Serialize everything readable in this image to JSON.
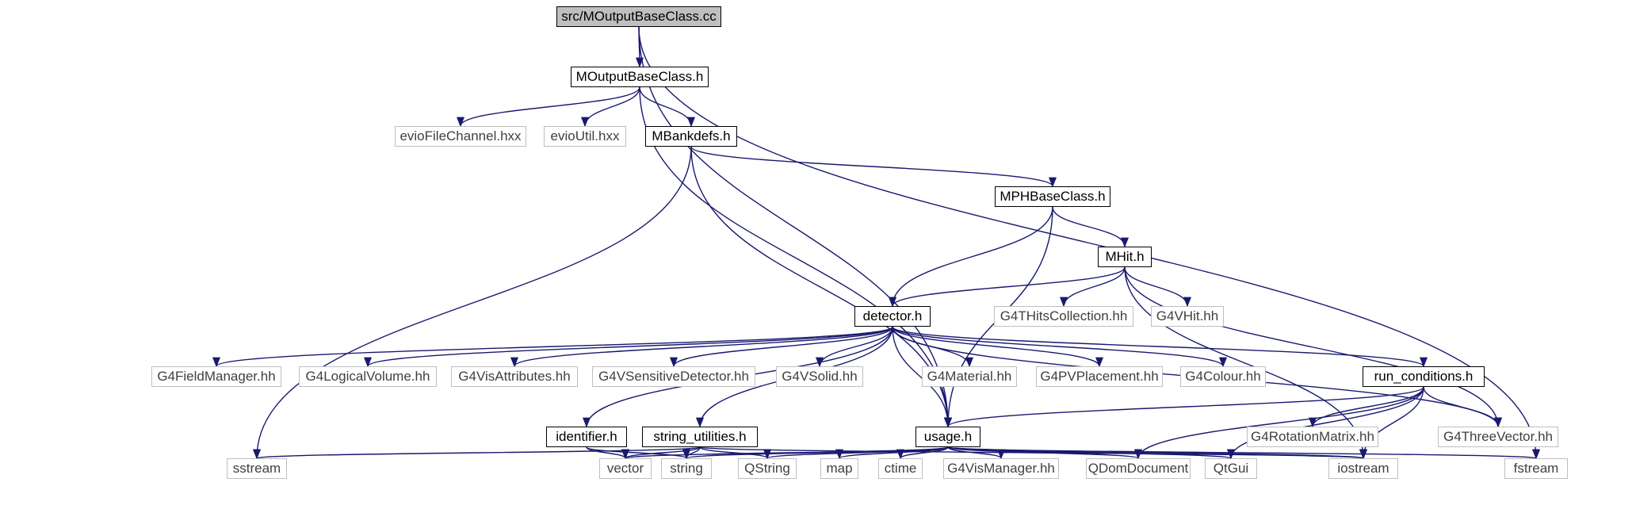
{
  "diagram": {
    "type": "include-dependency-graph",
    "edge_color": "#191970",
    "root_fill": "#bfbfbf",
    "external_border": "#bfbfbf",
    "nodes": {
      "root": {
        "label": "src/MOutputBaseClass.cc",
        "kind": "root"
      },
      "moutput": {
        "label": "MOutputBaseClass.h",
        "kind": "internal"
      },
      "eviofilechannel": {
        "label": "evioFileChannel.hxx",
        "kind": "external"
      },
      "evioutil": {
        "label": "evioUtil.hxx",
        "kind": "external"
      },
      "mbankdefs": {
        "label": "MBankdefs.h",
        "kind": "internal"
      },
      "mphbase": {
        "label": "MPHBaseClass.h",
        "kind": "internal"
      },
      "mhit": {
        "label": "MHit.h",
        "kind": "internal"
      },
      "g4thits": {
        "label": "G4THitsCollection.hh",
        "kind": "external"
      },
      "g4vhit": {
        "label": "G4VHit.hh",
        "kind": "external"
      },
      "detector": {
        "label": "detector.h",
        "kind": "internal"
      },
      "g4field": {
        "label": "G4FieldManager.hh",
        "kind": "external"
      },
      "g4logical": {
        "label": "G4LogicalVolume.hh",
        "kind": "external"
      },
      "g4visattr": {
        "label": "G4VisAttributes.hh",
        "kind": "external"
      },
      "g4vsens": {
        "label": "G4VSensitiveDetector.hh",
        "kind": "external"
      },
      "g4vsolid": {
        "label": "G4VSolid.hh",
        "kind": "external"
      },
      "g4material": {
        "label": "G4Material.hh",
        "kind": "external"
      },
      "g4pvplacement": {
        "label": "G4PVPlacement.hh",
        "kind": "external"
      },
      "g4colour": {
        "label": "G4Colour.hh",
        "kind": "external"
      },
      "runcond": {
        "label": "run_conditions.h",
        "kind": "internal"
      },
      "identifier": {
        "label": "identifier.h",
        "kind": "internal"
      },
      "stringutil": {
        "label": "string_utilities.h",
        "kind": "internal"
      },
      "usage": {
        "label": "usage.h",
        "kind": "internal"
      },
      "g4rotation": {
        "label": "G4RotationMatrix.hh",
        "kind": "external"
      },
      "g4threevector": {
        "label": "G4ThreeVector.hh",
        "kind": "external"
      },
      "sstream": {
        "label": "sstream",
        "kind": "external"
      },
      "vector": {
        "label": "vector",
        "kind": "external"
      },
      "string": {
        "label": "string",
        "kind": "external"
      },
      "qstring": {
        "label": "QString",
        "kind": "external"
      },
      "map": {
        "label": "map",
        "kind": "external"
      },
      "ctime": {
        "label": "ctime",
        "kind": "external"
      },
      "g4vismanager": {
        "label": "G4VisManager.hh",
        "kind": "external"
      },
      "qdomdocument": {
        "label": "QDomDocument",
        "kind": "external"
      },
      "qtgui": {
        "label": "QtGui",
        "kind": "external"
      },
      "iostream": {
        "label": "iostream",
        "kind": "external"
      },
      "fstream": {
        "label": "fstream",
        "kind": "external"
      }
    },
    "edges": [
      [
        "root",
        "moutput"
      ],
      [
        "root",
        "usage"
      ],
      [
        "root",
        "fstream"
      ],
      [
        "moutput",
        "eviofilechannel"
      ],
      [
        "moutput",
        "evioutil"
      ],
      [
        "moutput",
        "mbankdefs"
      ],
      [
        "moutput",
        "usage"
      ],
      [
        "mbankdefs",
        "mphbase"
      ],
      [
        "mbankdefs",
        "sstream"
      ],
      [
        "mbankdefs",
        "usage"
      ],
      [
        "mphbase",
        "mhit"
      ],
      [
        "mphbase",
        "detector"
      ],
      [
        "mphbase",
        "usage"
      ],
      [
        "mhit",
        "detector"
      ],
      [
        "mhit",
        "g4thits"
      ],
      [
        "mhit",
        "g4vhit"
      ],
      [
        "mhit",
        "g4threevector"
      ],
      [
        "mhit",
        "iostream"
      ],
      [
        "detector",
        "g4field"
      ],
      [
        "detector",
        "g4logical"
      ],
      [
        "detector",
        "g4visattr"
      ],
      [
        "detector",
        "g4vsens"
      ],
      [
        "detector",
        "g4vsolid"
      ],
      [
        "detector",
        "g4material"
      ],
      [
        "detector",
        "g4pvplacement"
      ],
      [
        "detector",
        "g4colour"
      ],
      [
        "detector",
        "runcond"
      ],
      [
        "detector",
        "g4threevector"
      ],
      [
        "detector",
        "usage"
      ],
      [
        "detector",
        "identifier"
      ],
      [
        "detector",
        "stringutil"
      ],
      [
        "runcond",
        "usage"
      ],
      [
        "runcond",
        "g4rotation"
      ],
      [
        "runcond",
        "g4threevector"
      ],
      [
        "runcond",
        "qdomdocument"
      ],
      [
        "runcond",
        "qtgui"
      ],
      [
        "runcond",
        "iostream"
      ],
      [
        "identifier",
        "vector"
      ],
      [
        "identifier",
        "string"
      ],
      [
        "stringutil",
        "sstream"
      ],
      [
        "stringutil",
        "vector"
      ],
      [
        "stringutil",
        "string"
      ],
      [
        "stringutil",
        "qstring"
      ],
      [
        "stringutil",
        "iostream"
      ],
      [
        "usage",
        "vector"
      ],
      [
        "usage",
        "string"
      ],
      [
        "usage",
        "qstring"
      ],
      [
        "usage",
        "map"
      ],
      [
        "usage",
        "ctime"
      ],
      [
        "usage",
        "g4vismanager"
      ],
      [
        "usage",
        "qdomdocument"
      ],
      [
        "usage",
        "qtgui"
      ],
      [
        "usage",
        "iostream"
      ],
      [
        "usage",
        "fstream"
      ]
    ]
  }
}
